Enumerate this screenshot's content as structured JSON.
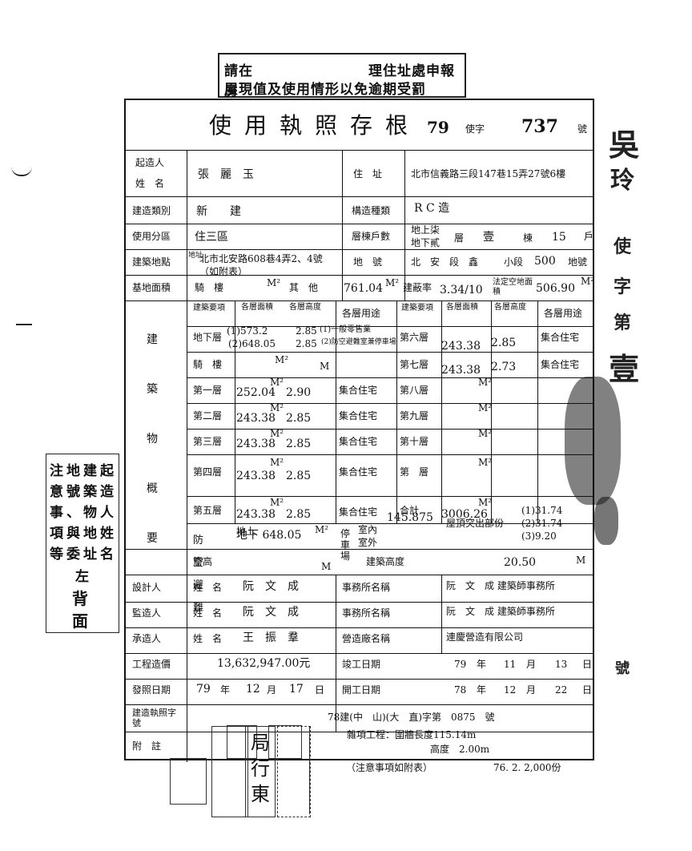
{
  "top_stamp": {
    "line1": "請在　　　　　　　　理住址處申報房",
    "line2": "屋現值及使用情形以免逾期受罰"
  },
  "title": "使用執照存根",
  "license_year": "79",
  "license_type": "使字",
  "license_number": "737",
  "license_suffix": "號",
  "labels": {
    "builder": "起造人",
    "name": "姓　名",
    "address": "住　址",
    "build_category": "建造類別",
    "structure_type": "構造種類",
    "use_zone": "使用分區",
    "floors_units": "層棟戶數",
    "site_location": "建築地點",
    "lot": "地　號",
    "site_area": "基地面積",
    "arcade": "騎　樓",
    "other": "其　他",
    "coverage": "建蔽率",
    "open_space": "法定空地面積",
    "building_overview": "建　築　物　概　要",
    "floor_item": "建築要項",
    "floor_area": "各層面積",
    "floor_height": "各層高度",
    "floor_use": "各層用途",
    "air_raid": "防空避難",
    "parking": "停車場",
    "indoor": "室內",
    "outdoor": "室外",
    "rooftop": "屋頂突出部份",
    "eave_height": "簷高",
    "building_height": "建築高度",
    "designer": "設計人",
    "supervisor": "監造人",
    "contractor": "承造人",
    "office_name": "事務所名稱",
    "firm_name": "營造廠名稱",
    "cost": "工程造價",
    "start_date": "竣工日期",
    "issue_date": "發照日期",
    "open_date": "開工日期",
    "permit_no": "建造執照字號",
    "remarks": "附　註",
    "unit_m2": "M²",
    "unit_m": "M",
    "name_short": "姓　名"
  },
  "builder_name": "張　麗　玉",
  "builder_address": "北市信義路三段147巷15弄27號6樓",
  "build_category": "新　　建",
  "structure_type": "R C 造",
  "use_zone": "住三區",
  "floors": {
    "above": "地上柒",
    "below": "地下貳",
    "floor_unit": "層",
    "buildings": "壹",
    "building_unit": "棟",
    "units": "15",
    "unit_unit": "戶"
  },
  "site_location": "北市北安路608巷4弄2、4號（如附表）",
  "site_location_prefix": "地址",
  "lot": {
    "section": "北　安　段　鑫",
    "subsection": "小段",
    "number": "500",
    "suffix": "地號"
  },
  "site_area_total": "761.04",
  "coverage": "3.34/10",
  "open_space_area": "506.90",
  "left_floors": [
    {
      "item": "地下層",
      "area": "(1)573.2",
      "height": "2.85",
      "use": "(1)一般零售業",
      "area2": "(2)648.05",
      "height2": "2.85",
      "use2": "(2)防空避難室兼停車場"
    },
    {
      "item": "騎　樓",
      "area": "",
      "height": "",
      "use": ""
    },
    {
      "item": "第一層",
      "area": "252.04",
      "height": "2.90",
      "use": "集合住宅"
    },
    {
      "item": "第二層",
      "area": "243.38",
      "height": "2.85",
      "use": "集合住宅"
    },
    {
      "item": "第三層",
      "area": "243.38",
      "height": "2.85",
      "use": "集合住宅"
    },
    {
      "item": "第四層",
      "area": "243.38",
      "height": "2.85",
      "use": "集合住宅"
    },
    {
      "item": "第五層",
      "area": "243.38",
      "height": "2.85",
      "use": "集合住宅"
    }
  ],
  "right_floors": [
    {
      "item": "第六層",
      "area": "243.38",
      "height": "2.85",
      "use": "集合住宅"
    },
    {
      "item": "第七層",
      "area": "243.38",
      "height": "2.73",
      "use": "集合住宅"
    },
    {
      "item": "第八層",
      "area": "",
      "height": "",
      "use": ""
    },
    {
      "item": "第九層",
      "area": "",
      "height": "",
      "use": ""
    },
    {
      "item": "第十層",
      "area": "",
      "height": "",
      "use": ""
    },
    {
      "item": "第　層",
      "area": "",
      "height": "",
      "use": ""
    },
    {
      "item": "合計",
      "area": "3006.26",
      "height": "",
      "use": ""
    }
  ],
  "air_raid": {
    "above": "地上",
    "below": "地下 648.05"
  },
  "parking_indoor": "145.875",
  "rooftop": [
    "(1)31.74",
    "(2)31.74",
    "(3)9.20"
  ],
  "building_height": "20.50",
  "designer_name": "阮　文　成",
  "designer_office": "阮　文　成 建築師事務所",
  "supervisor_name": "阮　文　成",
  "supervisor_office": "阮　文　成 建築師事務所",
  "contractor_name": "王　振　羣",
  "contractor_firm": "連慶營造有限公司",
  "cost": "13,632,947.00元",
  "completion_date": {
    "y": "79",
    "m": "11",
    "d": "13",
    "y_label": "年",
    "m_label": "月",
    "d_label": "日"
  },
  "issue_date": {
    "y": "79",
    "m": "12",
    "d": "17"
  },
  "open_date": {
    "y": "78",
    "m": "12",
    "d": "22"
  },
  "permit_no": "78建(中　山)(大　直)字第　0875　號",
  "misc_work": "雜項工程：圍牆長度115.14m",
  "misc_height": "高度　2.00m",
  "footer_note": "（注意事項如附表）",
  "footer_print": "76. 2. 2,000份",
  "side_note": [
    "注地建起",
    "意號築造",
    "事、物人",
    "項與地姓",
    "等委址名",
    "左",
    "背",
    "面"
  ],
  "right_margin_chars": [
    "吳",
    "玲",
    "使",
    "字",
    "第",
    "壹",
    "號"
  ],
  "seal_text": [
    "局",
    "行",
    "東"
  ]
}
